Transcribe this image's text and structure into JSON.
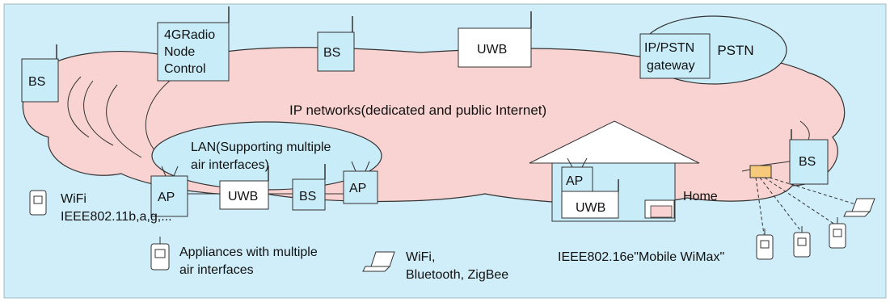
{
  "colors": {
    "background": "#cfeefa",
    "cloud": "#f9d3d1",
    "box_fill": "#c9ecf9",
    "white_box": "#ffffff",
    "connector": "#f7c97a",
    "stroke": "#222222"
  },
  "labels": {
    "bs_left": "BS",
    "radio_control_1": "4GRadio",
    "radio_control_2": "Node",
    "radio_control_3": "Control",
    "bs_top": "BS",
    "uwb_top": "UWB",
    "gateway_1": "IP/PSTN",
    "gateway_2": "gateway",
    "pstn": "PSTN",
    "ip_networks": "IP networks(dedicated and public Internet)",
    "lan_1": "LAN(Supporting multiple",
    "lan_2": "air interfaces)",
    "ap_left": "AP",
    "uwb_mid": "UWB",
    "bs_mid": "BS",
    "ap_mid": "AP",
    "home_ap": "AP",
    "home_uwb": "UWB",
    "home": "Home",
    "bs_right": "BS",
    "legend_wifi_1": "WiFi",
    "legend_wifi_2": "IEEE802.11b,a,g,...",
    "legend_appliance_1": "Appliances with multiple",
    "legend_appliance_2": "air interfaces",
    "legend_laptop_1": "WiFi,",
    "legend_laptop_2": "Bluetooth, ZigBee",
    "wimax": "IEEE802.16e\"Mobile WiMax\""
  },
  "icons": [
    "phone-icon",
    "laptop-icon",
    "antenna-icon",
    "house-icon",
    "tv-icon"
  ]
}
